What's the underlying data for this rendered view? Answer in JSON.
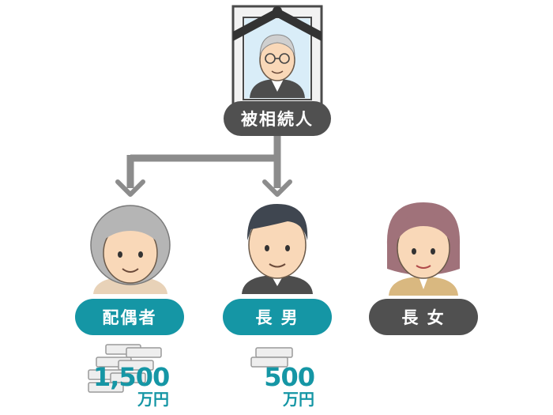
{
  "deceased": {
    "label": "被相続人"
  },
  "heirs": [
    {
      "label": "配偶者",
      "amount": "1,500",
      "unit": "万円"
    },
    {
      "label": "長 男",
      "amount": "500",
      "unit": "万円"
    },
    {
      "label": "長 女"
    }
  ],
  "colors": {
    "teal": "#1596a5",
    "dark": "#505050",
    "arrow": "#8c8c8c"
  }
}
